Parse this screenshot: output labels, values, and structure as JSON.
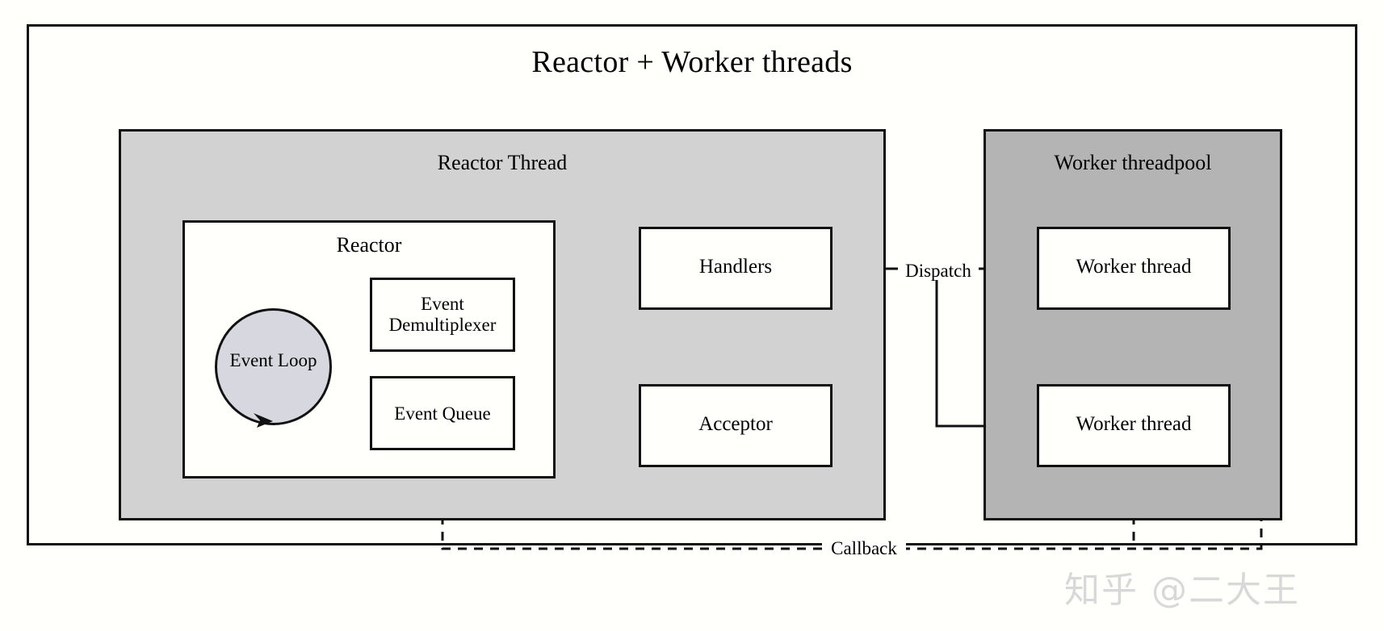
{
  "title": "Reactor + Worker threads",
  "containers": {
    "reactor_thread": {
      "label": "Reactor Thread",
      "fill": "#d2d2d2"
    },
    "worker_threadpool": {
      "label": "Worker threadpool",
      "fill": "#b4b4b4"
    }
  },
  "nodes": {
    "reactor": {
      "label": "Reactor",
      "fill": "#fffffc"
    },
    "event_loop": {
      "label": "Event Loop",
      "fill": "#d7d7df",
      "shape": "circle"
    },
    "event_demultiplexer": {
      "label": "Event\nDemultiplexer",
      "fill": "#fffffc"
    },
    "event_queue": {
      "label": "Event Queue",
      "fill": "#fffffc"
    },
    "handlers": {
      "label": "Handlers",
      "fill": "#fffffc"
    },
    "acceptor": {
      "label": "Acceptor",
      "fill": "#fffffc"
    },
    "worker_thread_1": {
      "label": "Worker thread",
      "fill": "#fffffc"
    },
    "worker_thread_2": {
      "label": "Worker thread",
      "fill": "#fffffc"
    }
  },
  "edges": {
    "reactor_to_handlers": {
      "label": "",
      "style": "solid",
      "arrow": true
    },
    "reactor_to_acceptor": {
      "label": "",
      "style": "solid",
      "arrow": true
    },
    "handlers_to_worker1": {
      "label": "Dispatch",
      "style": "solid",
      "arrow": true
    },
    "handlers_to_worker2": {
      "label": "",
      "style": "solid",
      "arrow": true
    },
    "workers_to_event_queue": {
      "label": "Callback",
      "style": "dashed",
      "arrow": true
    }
  },
  "watermark": "知乎 @二大王",
  "colors": {
    "stroke": "#111111",
    "page_background": "#fffffc",
    "reactor_thread_fill": "#d2d2d2",
    "worker_pool_fill": "#b4b4b4",
    "event_loop_fill": "#d7d7df",
    "node_fill": "#fffffc",
    "watermark": "#d8d8d8"
  }
}
